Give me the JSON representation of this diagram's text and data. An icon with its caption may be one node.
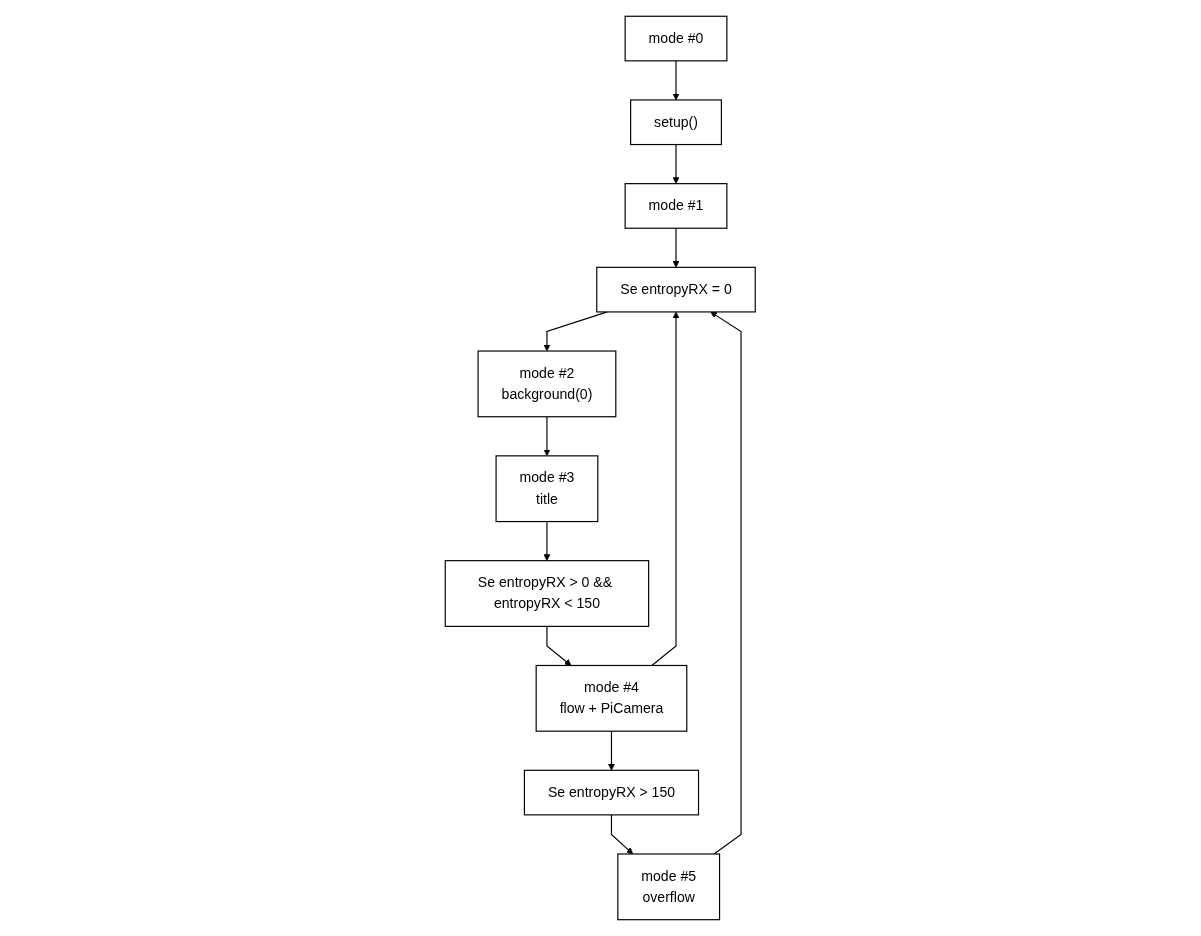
{
  "diagram": {
    "nodes": [
      {
        "text": [
          "setup()"
        ]
      },
      {
        "text": [
          "mode #1"
        ]
      },
      {
        "text": [
          "Se entropyRX = 0"
        ]
      },
      {
        "text": [
          "mode #2",
          "background(0)"
        ]
      },
      {
        "text": [
          "mode #3",
          "title"
        ]
      },
      {
        "text": [
          "mode #0"
        ]
      },
      {
        "text": [
          "Se entropyRX > 0 && entropyRX < 150"
        ]
      },
      {
        "text": [
          "mode #4",
          "flow + PiCamera"
        ]
      },
      {
        "text": [
          "mode #5",
          "overflow"
        ]
      },
      {
        "text": [
          "Se entropyRX > 150"
        ]
      }
    ],
    "edges": [
      {
        "from": 0,
        "to": 1,
        "arrow": "to"
      },
      {
        "from": 5,
        "to": 0,
        "arrow": "to"
      },
      {
        "from": 1,
        "to": 2,
        "arrow": "to"
      },
      {
        "from": 2,
        "to": 3,
        "arrow": "to"
      },
      {
        "from": 3,
        "to": 4,
        "arrow": "to"
      },
      {
        "from": 4,
        "to": 6,
        "arrow": "to"
      },
      {
        "from": 6,
        "to": 7,
        "arrow": "to"
      },
      {
        "from": 7,
        "to": 2,
        "arrow": "to"
      },
      {
        "from": 7,
        "to": 9,
        "arrow": "to"
      },
      {
        "from": 9,
        "to": 8,
        "arrow": "to"
      },
      {
        "from": 8,
        "to": 2,
        "arrow": "to"
      }
    ]
  }
}
